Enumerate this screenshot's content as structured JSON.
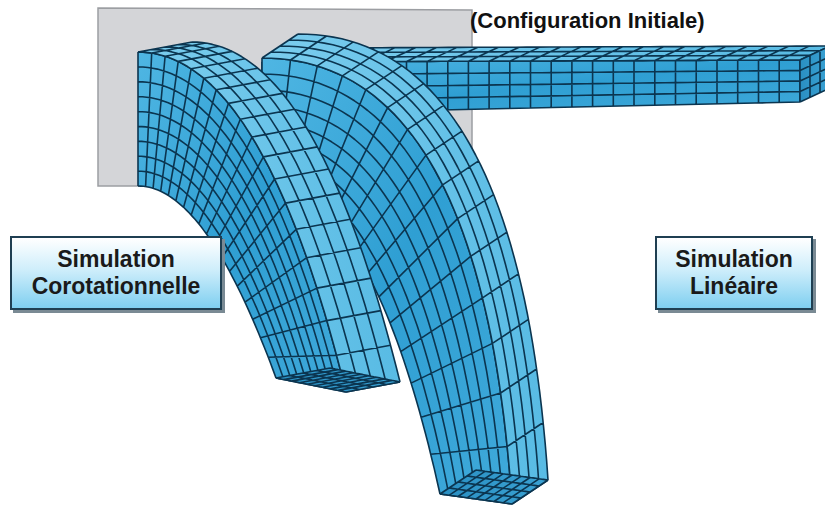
{
  "diagram": {
    "nodes": [
      {
        "text": [
          "Simulation Corotationnelle"
        ]
      },
      {
        "text": [
          "Simulation Linéaire"
        ]
      }
    ],
    "labels": [
      "(Configuration Initiale)"
    ]
  }
}
